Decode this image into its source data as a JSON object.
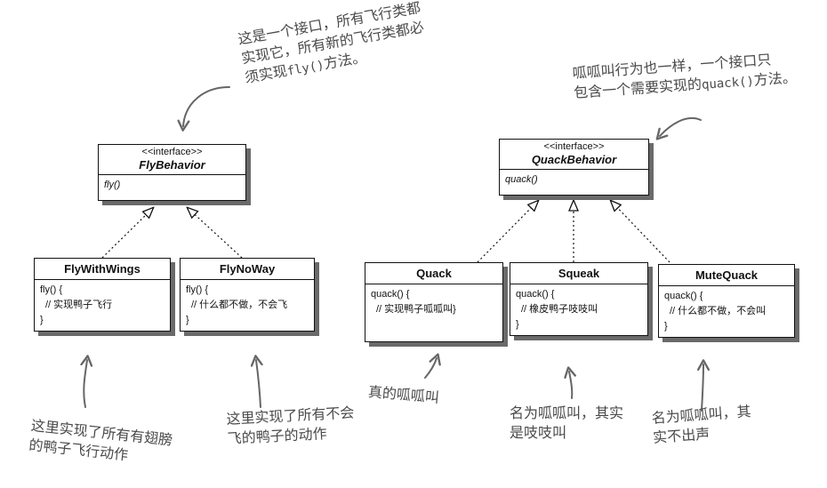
{
  "notes": {
    "fly_interface": {
      "line1": "这是一个接口，所有飞行类都",
      "line2": "实现它，所有新的飞行类都必",
      "line3_pre": "须实现",
      "line3_code": "fly()",
      "line3_post": "方法。"
    },
    "quack_interface": {
      "line1": "呱呱叫行为也一样，一个接口只",
      "line2_pre": "包含一个需要实现的",
      "line2_code": "quack()",
      "line2_post": "方法。"
    },
    "fly_with_wings": {
      "line1": "这里实现了所有有翅膀",
      "line2": "的鸭子飞行动作"
    },
    "fly_no_way": {
      "line1": "这里实现了所有不会",
      "line2": "飞的鸭子的动作"
    },
    "quack": {
      "line1": "真的呱呱叫"
    },
    "squeak": {
      "line1": "名为呱呱叫，其实",
      "line2": "是吱吱叫"
    },
    "mute_quack": {
      "line1": "名为呱呱叫，其",
      "line2": "实不出声"
    }
  },
  "classes": {
    "fly_behavior": {
      "stereotype": "<<interface>>",
      "name": "FlyBehavior",
      "method": "fly()"
    },
    "quack_behavior": {
      "stereotype": "<<interface>>",
      "name": "QuackBehavior",
      "method": "quack()"
    },
    "fly_with_wings": {
      "name": "FlyWithWings",
      "sig": "fly() {",
      "comment": "// 实现鸭子飞行",
      "close": "}"
    },
    "fly_no_way": {
      "name": "FlyNoWay",
      "sig": "fly() {",
      "comment": "// 什么都不做，不会飞",
      "close": "}"
    },
    "quack": {
      "name": "Quack",
      "sig": "quack() {",
      "comment": "// 实现鸭子呱呱叫}",
      "close": ""
    },
    "squeak": {
      "name": "Squeak",
      "sig": "quack() {",
      "comment": "// 橡皮鸭子吱吱叫",
      "close": "}"
    },
    "mute_quack": {
      "name": "MuteQuack",
      "sig": "quack() {",
      "comment": "// 什么都不做，不会叫",
      "close": "}"
    }
  }
}
